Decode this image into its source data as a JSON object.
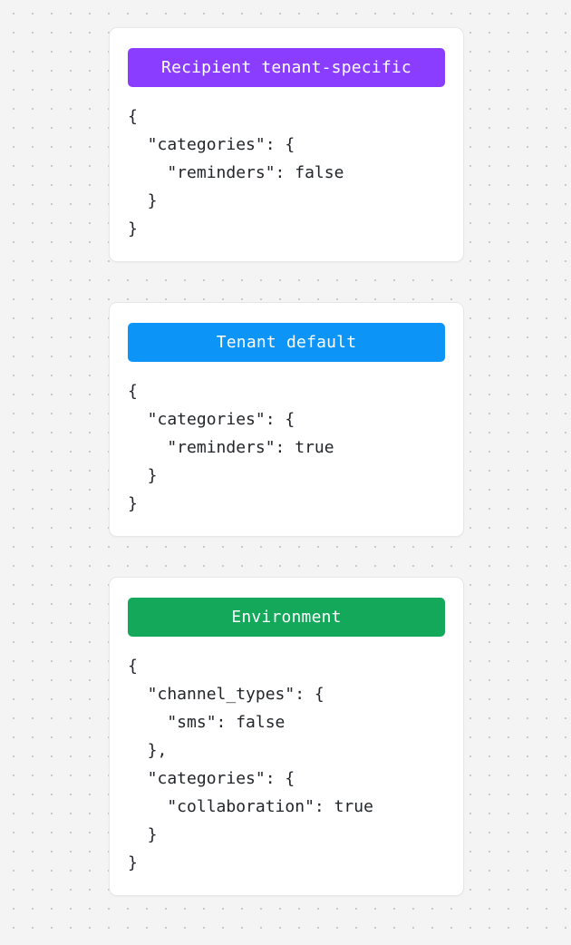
{
  "background": {
    "color": "#f4f4f4",
    "dot_color": "#c9c9c9",
    "pattern": "dot-grid"
  },
  "cards": [
    {
      "badge_label": "Recipient tenant-specific",
      "badge_color": "#8b3dff",
      "badge_text_color": "#ffffff",
      "code": "{\n  \"categories\": {\n    \"reminders\": false\n  }\n}"
    },
    {
      "badge_label": "Tenant default",
      "badge_color": "#0d94f7",
      "badge_text_color": "#ffffff",
      "code": "{\n  \"categories\": {\n    \"reminders\": true\n  }\n}"
    },
    {
      "badge_label": "Environment",
      "badge_color": "#13a85a",
      "badge_text_color": "#ffffff",
      "code": "{\n  \"channel_types\": {\n    \"sms\": false\n  },\n  \"categories\": {\n    \"collaboration\": true\n  }\n}"
    }
  ]
}
